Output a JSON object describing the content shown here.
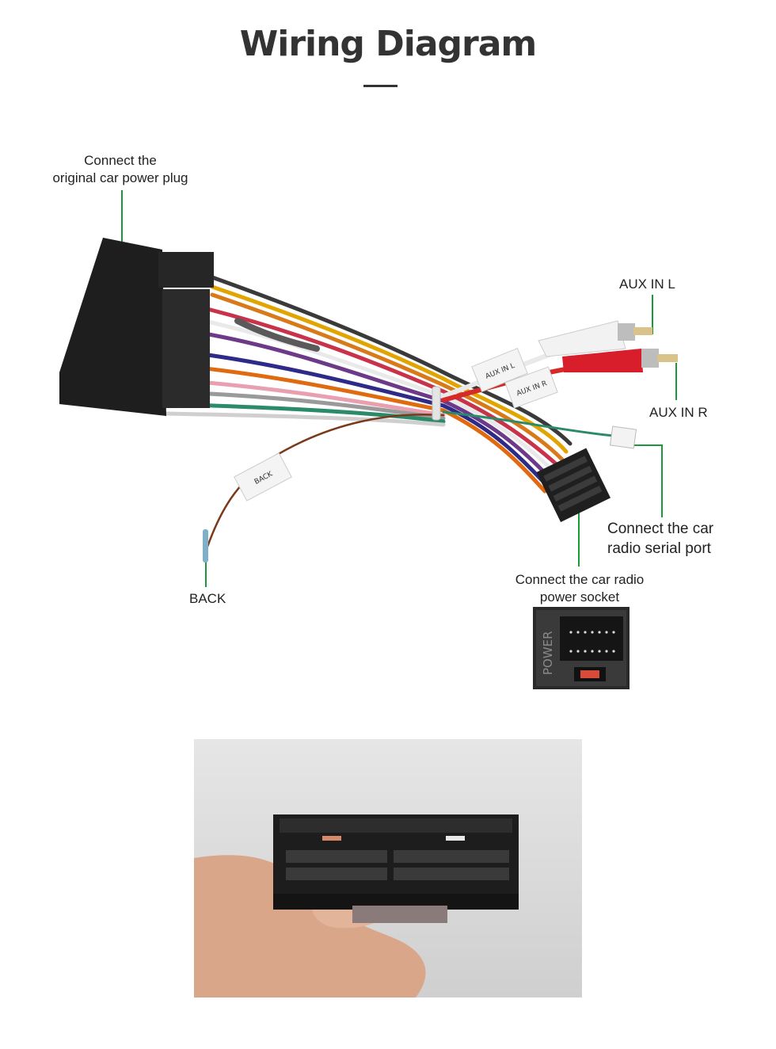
{
  "title": "Wiring Diagram",
  "labels": {
    "power_plug_line1": "Connect the",
    "power_plug_line2": "original car power plug",
    "aux_l": "AUX IN L",
    "aux_r": "AUX IN R",
    "serial_line1": "Connect the car",
    "serial_line2": "radio  serial port",
    "socket_line1": "Connect the car radio",
    "socket_line2": "power socket",
    "back": "BACK"
  },
  "tags": {
    "aux_l_tag": "AUX IN L",
    "aux_r_tag": "AUX IN R",
    "back_tag": "BACK"
  },
  "socket_text": "POWER",
  "colors": {
    "leader_line": "#1a9a3a",
    "title": "#333333"
  }
}
